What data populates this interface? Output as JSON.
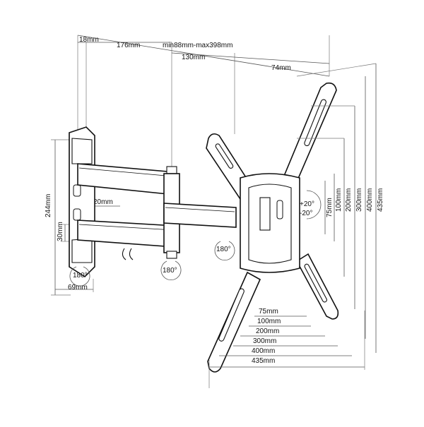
{
  "top_dims": {
    "d18": "18mm",
    "d176": "176mm",
    "range": "min88mm-max398mm",
    "d130": "130mm",
    "d74": "74mm"
  },
  "left_dims": {
    "d244": "244mm",
    "d30": "30mm",
    "d69": "69mm",
    "d20": "20mm"
  },
  "rotation_labels": {
    "wall": "180°",
    "arm": "180°",
    "head": "180°"
  },
  "tilt_labels": {
    "up": "+20°",
    "down": "-20°"
  },
  "vertical_dims": [
    "75mm",
    "100mm",
    "200mm",
    "300mm",
    "400mm",
    "435mm"
  ],
  "horizontal_dims": [
    "75mm",
    "100mm",
    "200mm",
    "300mm",
    "400mm",
    "435mm"
  ]
}
